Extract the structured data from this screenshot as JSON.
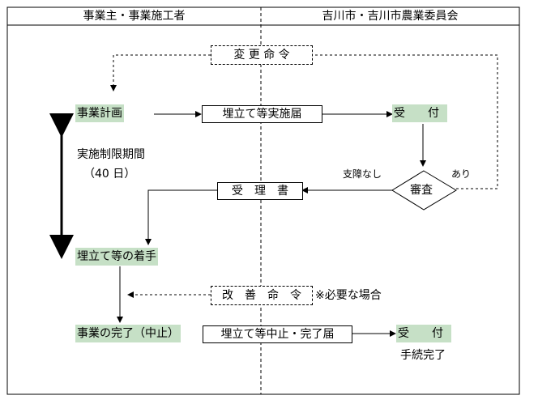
{
  "header": {
    "left_title": "事業主・事業施工者",
    "right_title": "吉川市・吉川市農業委員会"
  },
  "nodes": {
    "change_order": "変 更 命 令",
    "business_plan": "事業計画",
    "landfill_notice": "埋立て等実施届",
    "received_1": "受　　付",
    "period_label": "実施制限期間",
    "period_days": "（40 日）",
    "no_problem": "支障なし",
    "has_issue": "あり",
    "review": "審査",
    "acceptance_letter": "受　理　書",
    "start_work": "埋立て等の着手",
    "improvement_order": "改　善　命　令",
    "if_needed": "※必要な場合",
    "completion": "事業の完了（中止）",
    "stop_complete_notice": "埋立て等中止・完了届",
    "received_2": "受　　付",
    "procedure_complete": "手続完了"
  },
  "colors": {
    "highlight": "#c6e0c6",
    "line": "#000000"
  }
}
